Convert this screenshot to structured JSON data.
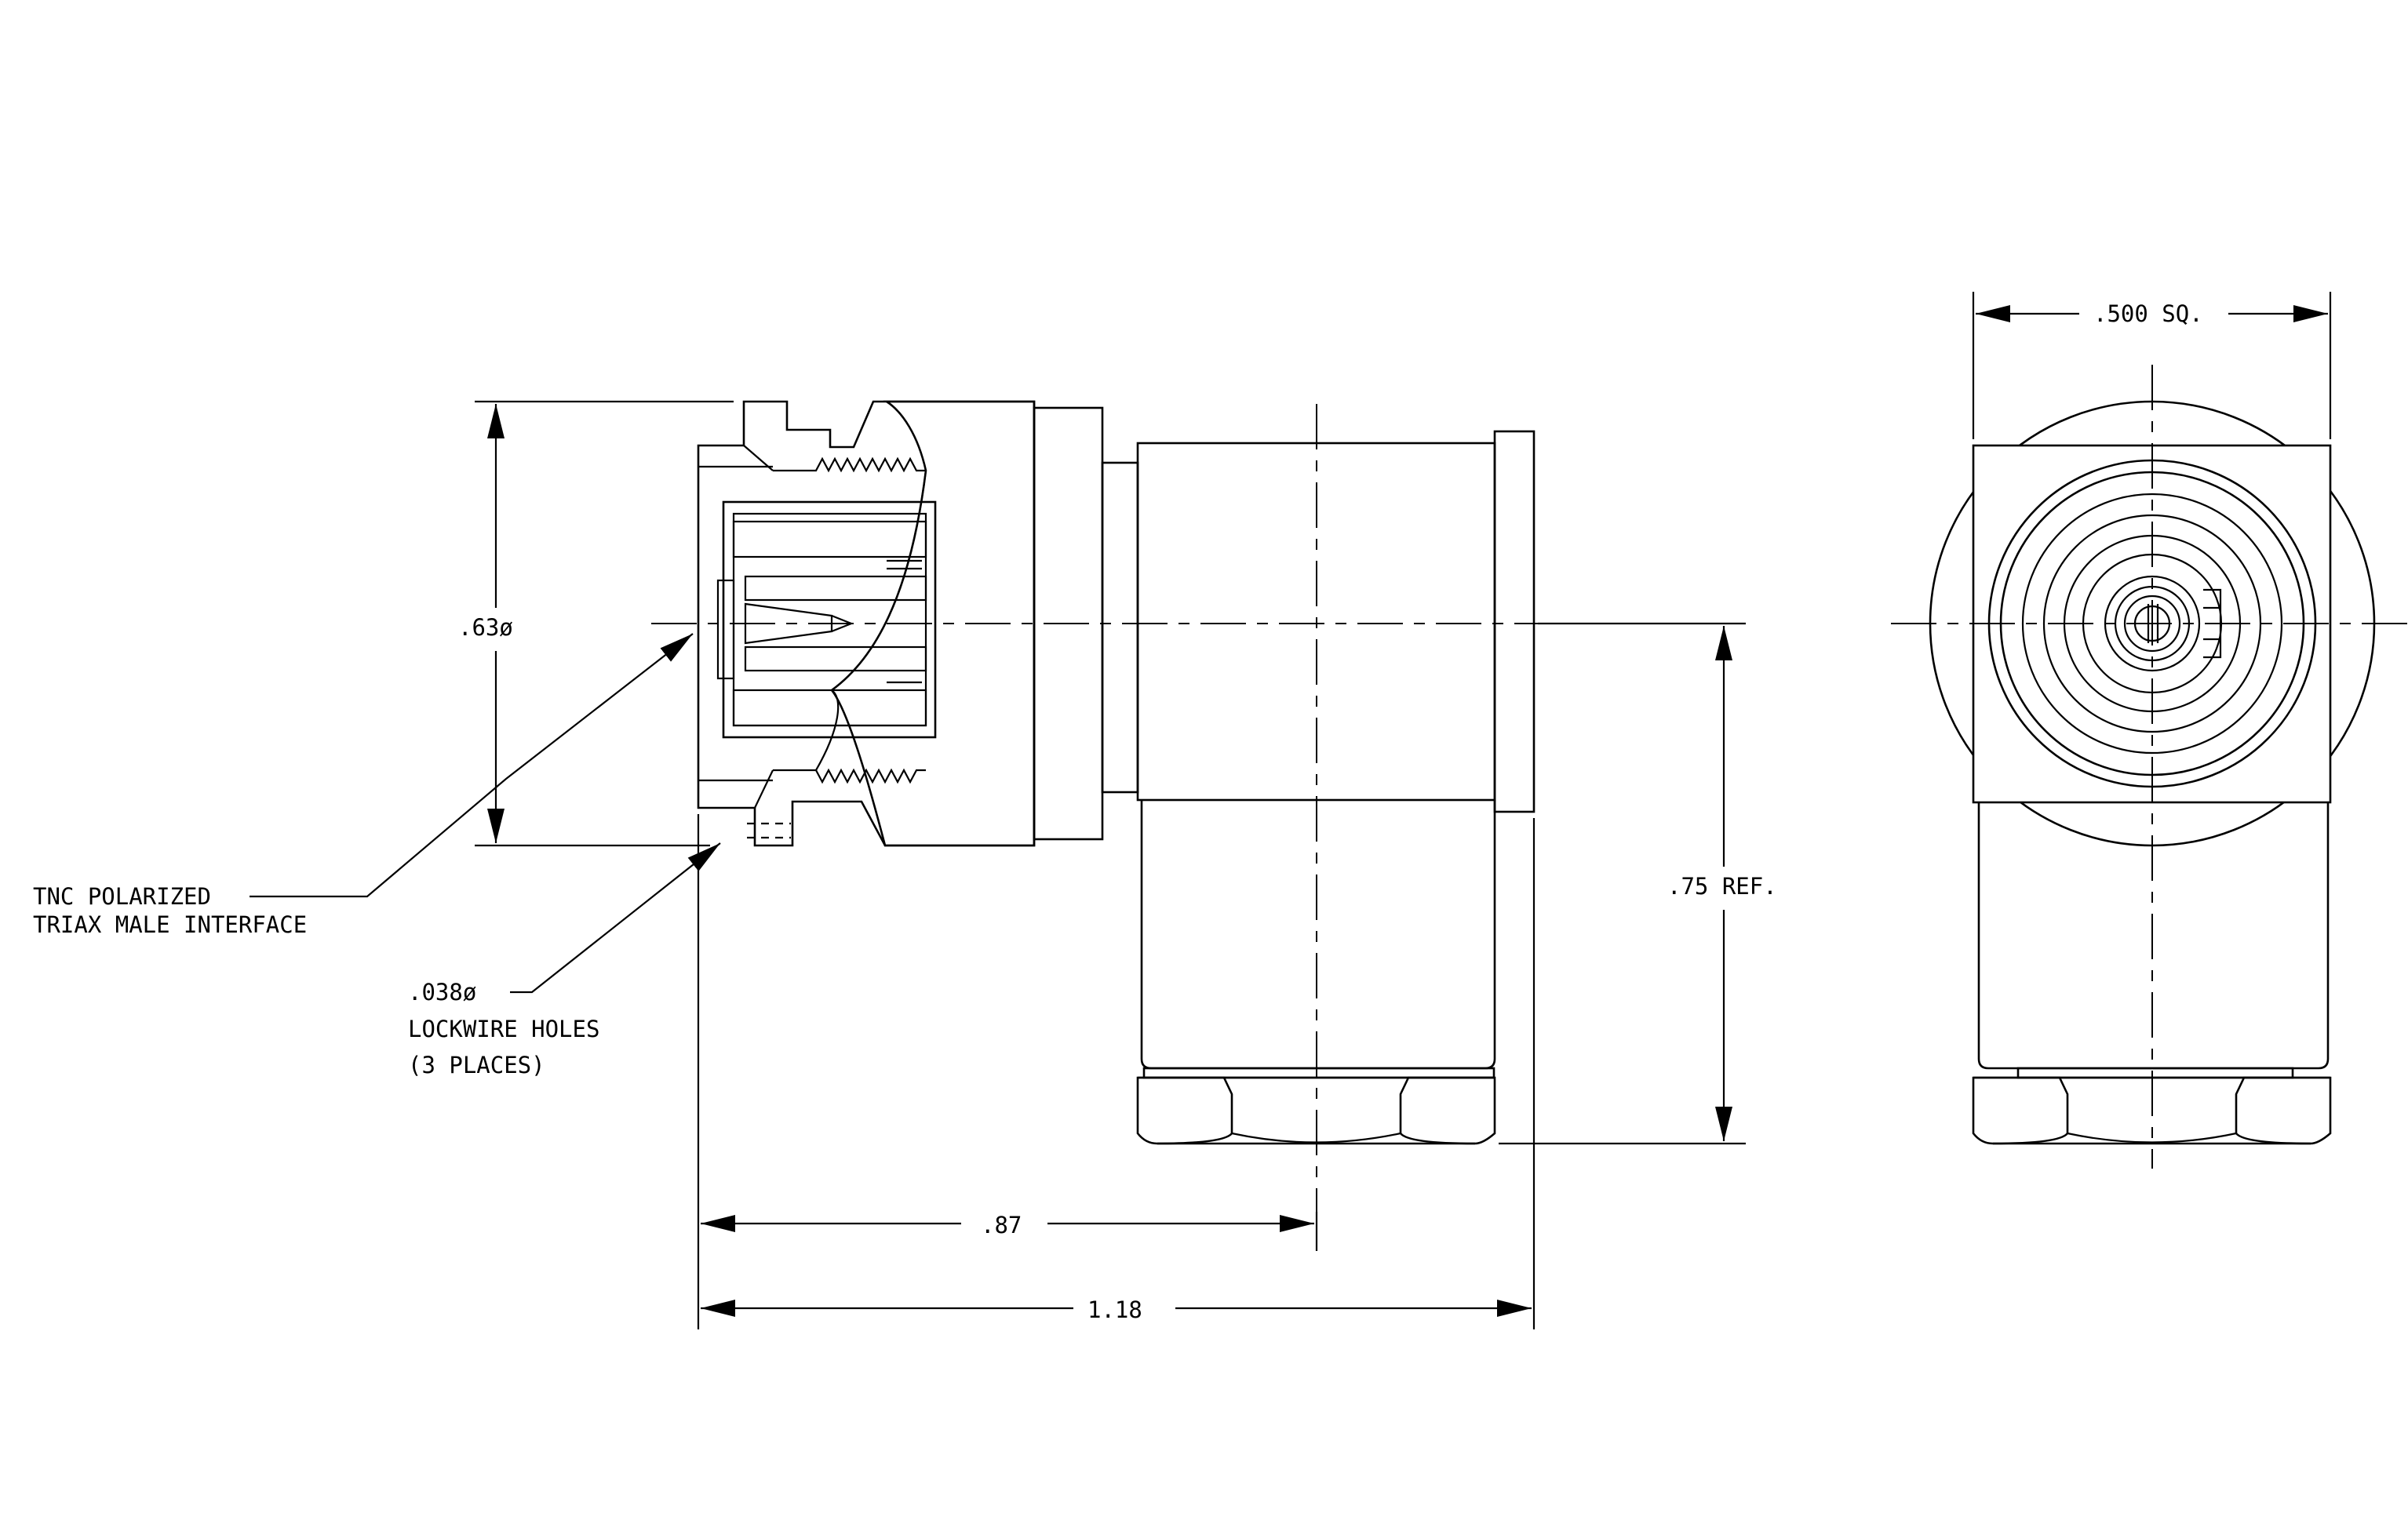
{
  "labels": {
    "dim_outer_diameter": ".63ø",
    "dim_square": ".500 SQ.",
    "dim_height_ref": ".75 REF.",
    "dim_center_length": ".87",
    "dim_overall_length": "1.18",
    "interface_line1": "TNC POLARIZED",
    "interface_line2": "TRIAX MALE INTERFACE",
    "lockwire_line1": ".038ø",
    "lockwire_line2": "LOCKWIRE HOLES",
    "lockwire_line3": "(3 PLACES)"
  },
  "colors": {
    "line": "#000000",
    "background": "#ffffff"
  }
}
